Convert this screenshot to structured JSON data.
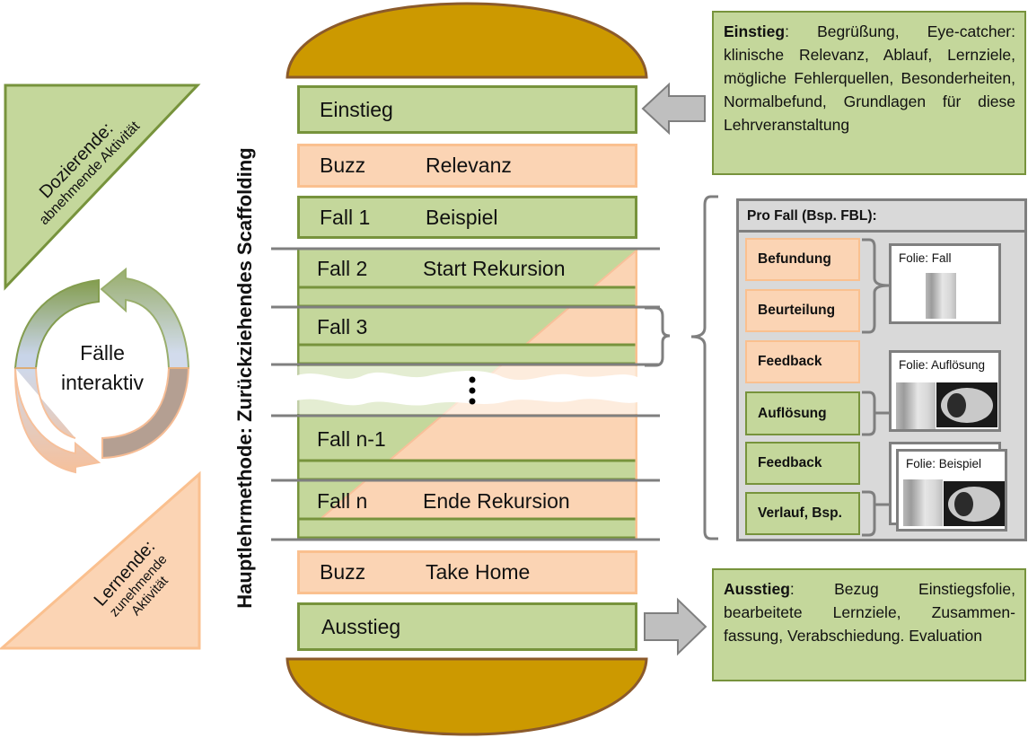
{
  "title_vertical": "Hauptlehrmethode: Zurückziehendes Scaffolding",
  "left": {
    "teacher_triangle": {
      "line1": "Dozierende:",
      "line2": "abnehmende Aktivität"
    },
    "cycle": {
      "line1": "Fälle",
      "line2": "interaktiv"
    },
    "learner_triangle": {
      "line1": "Lernende:",
      "line2": "zunehmende",
      "line3": "Aktivität"
    }
  },
  "burger": {
    "layers": [
      {
        "col1": "Einstieg",
        "col2": "",
        "color": "green"
      },
      {
        "col1": "Buzz",
        "col2": "Relevanz",
        "color": "orange"
      },
      {
        "col1": "Fall 1",
        "col2": "Beispiel",
        "color": "green"
      },
      {
        "col1": "Fall 2",
        "col2": "Start Rekursion",
        "color": "mixed"
      },
      {
        "col1": "Fall 3",
        "col2": "",
        "color": "mixed"
      },
      {
        "col1": "Fall n-1",
        "col2": "",
        "color": "mixed"
      },
      {
        "col1": "Fall n",
        "col2": "Ende Rekursion",
        "color": "mixed"
      },
      {
        "col1": "Buzz",
        "col2": "Take Home",
        "color": "orange"
      },
      {
        "col1": "Ausstieg",
        "col2": "",
        "color": "green"
      }
    ],
    "ellipsis": "⋮"
  },
  "einstieg_box": {
    "heading": "Einstieg",
    "text": ": Begrüßung, Eye-catcher: klinische Relevanz, Ablauf, Lernziele, mögliche Fehlerquellen, Besonderheiten, Normalbefund, Grundlagen für diese Lehrveranstaltung"
  },
  "ausstieg_box": {
    "heading": "Ausstieg",
    "text": ": Bezug Einstiegsfolie, bearbeitete Lernziele, Zusammen-fassung, Verabschiedung. Evaluation"
  },
  "pro_fall": {
    "title": "Pro Fall (Bsp. FBL):",
    "steps": [
      {
        "label": "Befundung",
        "color": "orange"
      },
      {
        "label": "Beurteilung",
        "color": "orange"
      },
      {
        "label": "Feedback",
        "color": "orange"
      },
      {
        "label": "Auflösung",
        "color": "green"
      },
      {
        "label": "Feedback",
        "color": "green"
      },
      {
        "label": "Verlauf, Bsp.",
        "color": "green"
      }
    ],
    "slides": [
      {
        "caption": "Folie: Fall"
      },
      {
        "caption": "Folie: Auflösung"
      },
      {
        "caption": "Folie: Beispiel"
      }
    ]
  },
  "colors": {
    "green_fill": "#c4d79b",
    "green_border": "#77933c",
    "orange_fill": "#fbd4b4",
    "orange_border": "#fac08f",
    "bun": "#cc9900",
    "bun_border": "#8b5a2b",
    "gray_arrow": "#bfbfbf",
    "gray_line": "#7f7f7f"
  }
}
